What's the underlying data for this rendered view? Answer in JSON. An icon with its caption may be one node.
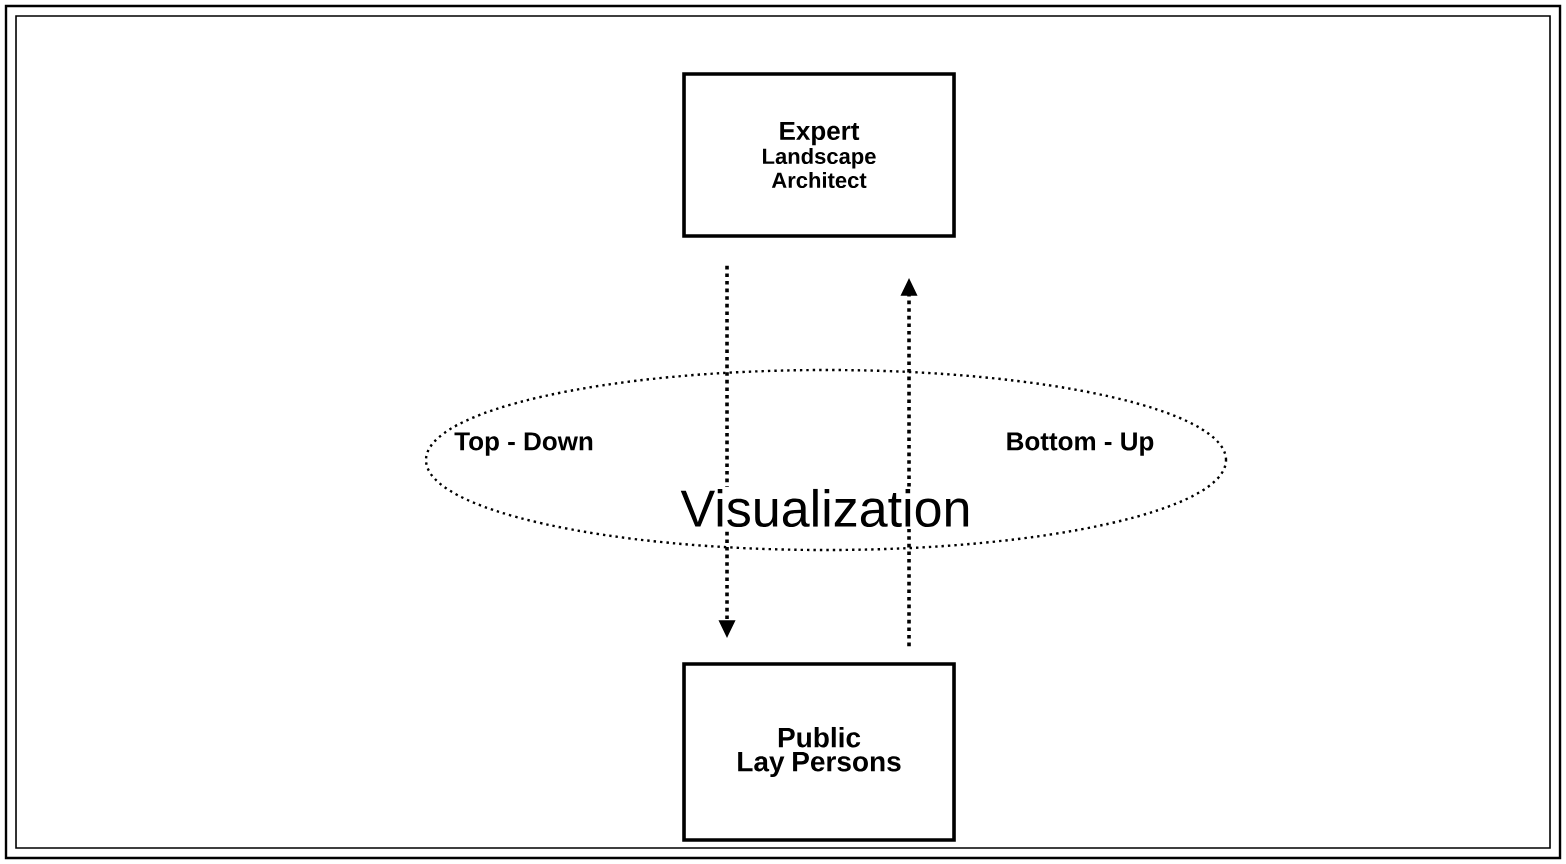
{
  "diagram": {
    "nodes": [
      {
        "text": [
          "Expert",
          "Landscape Architect"
        ]
      },
      {
        "text": [
          "Public",
          "Lay Persons"
        ]
      }
    ],
    "edges": [
      {
        "from": 0,
        "to": 1,
        "arrow": "to",
        "style": "dashed"
      },
      {
        "from": 1,
        "to": 0,
        "arrow": "to",
        "style": "dashed"
      }
    ],
    "labels": [
      "Top - Down",
      "Bottom - Up",
      "Visualization"
    ]
  }
}
